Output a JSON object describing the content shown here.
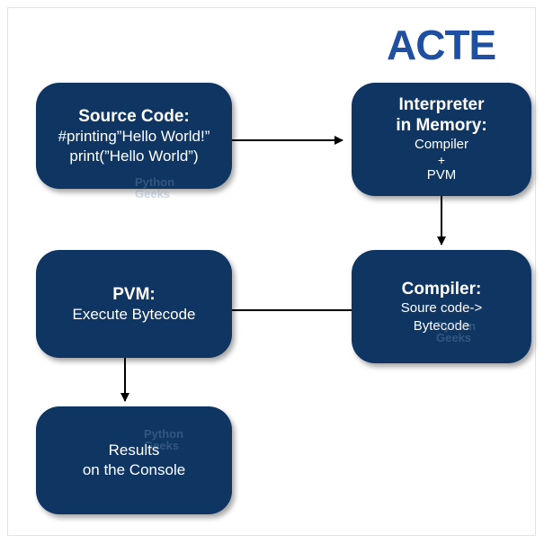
{
  "logo": {
    "text": "ACTE"
  },
  "nodes": {
    "source": {
      "title": "Source Code:",
      "line1": "#printing”Hello World!”",
      "line2": "print(”Hello World”)"
    },
    "interpreter": {
      "title_line1": "Interpreter",
      "title_line2": "in Memory:",
      "line1": "Compiler",
      "plus": "+",
      "line2": "PVM"
    },
    "compiler": {
      "title": "Compiler:",
      "line1": "Soure code->",
      "line2": "Bytecode"
    },
    "pvm": {
      "title": "PVM:",
      "line1": "Execute Bytecode"
    },
    "results": {
      "line1": "Results",
      "line2": "on the Console"
    }
  },
  "watermark": {
    "line1": "Python",
    "line2": "Geeks"
  },
  "colors": {
    "node_fill": "#0f3562",
    "node_text": "#ffffff",
    "logo": "#1f4fa0",
    "connector": "#000000"
  }
}
